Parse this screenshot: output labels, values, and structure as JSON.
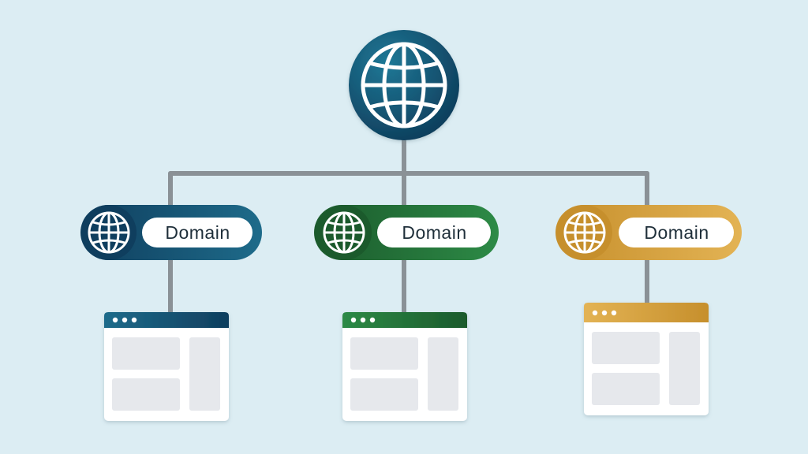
{
  "diagram": {
    "root": {
      "icon": "globe-icon"
    },
    "nodes": [
      {
        "label": "Domain",
        "icon": "globe-icon",
        "accent": "#0f3e5e",
        "accent_light": "#1e6b8a"
      },
      {
        "label": "Domain",
        "icon": "globe-icon",
        "accent": "#1b5a2c",
        "accent_light": "#2d8a46"
      },
      {
        "label": "Domain",
        "icon": "globe-icon",
        "accent": "#c68f2c",
        "accent_light": "#e3b354"
      }
    ],
    "colors": {
      "background": "#dcedf3",
      "connector": "#8a9196",
      "window_body": "#ffffff",
      "window_block": "#e6e8ec"
    }
  }
}
